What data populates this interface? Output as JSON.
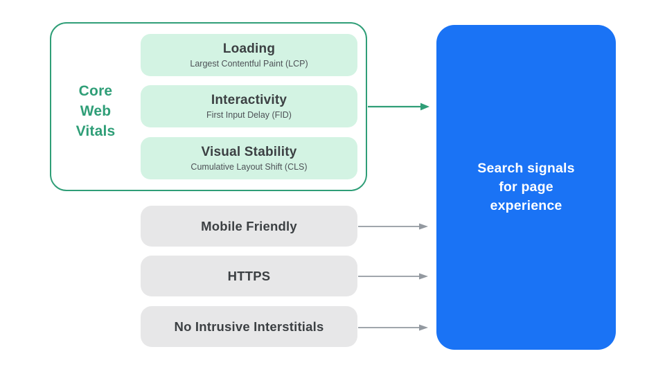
{
  "colors": {
    "green": "#2F9E77",
    "green_fill": "#D3F3E3",
    "gray_fill": "#E7E7E8",
    "blue": "#1A73F5",
    "arrow_gray": "#9399A0",
    "title_text": "#3C4043",
    "subtitle_text": "#4D5156",
    "panel_text": "#FFFFFF"
  },
  "core_web_vitals": {
    "label_lines": [
      "Core",
      "Web",
      "Vitals"
    ],
    "items": [
      {
        "title": "Loading",
        "subtitle": "Largest Contentful Paint (LCP)"
      },
      {
        "title": "Interactivity",
        "subtitle": "First Input Delay (FID)"
      },
      {
        "title": "Visual Stability",
        "subtitle": "Cumulative Layout Shift (CLS)"
      }
    ]
  },
  "other_signals": [
    {
      "label": "Mobile Friendly"
    },
    {
      "label": "HTTPS"
    },
    {
      "label": "No Intrusive Interstitials"
    }
  ],
  "result_panel": {
    "text": "Search signals for page experience",
    "lines": [
      "Search signals",
      "for page",
      "experience"
    ]
  }
}
